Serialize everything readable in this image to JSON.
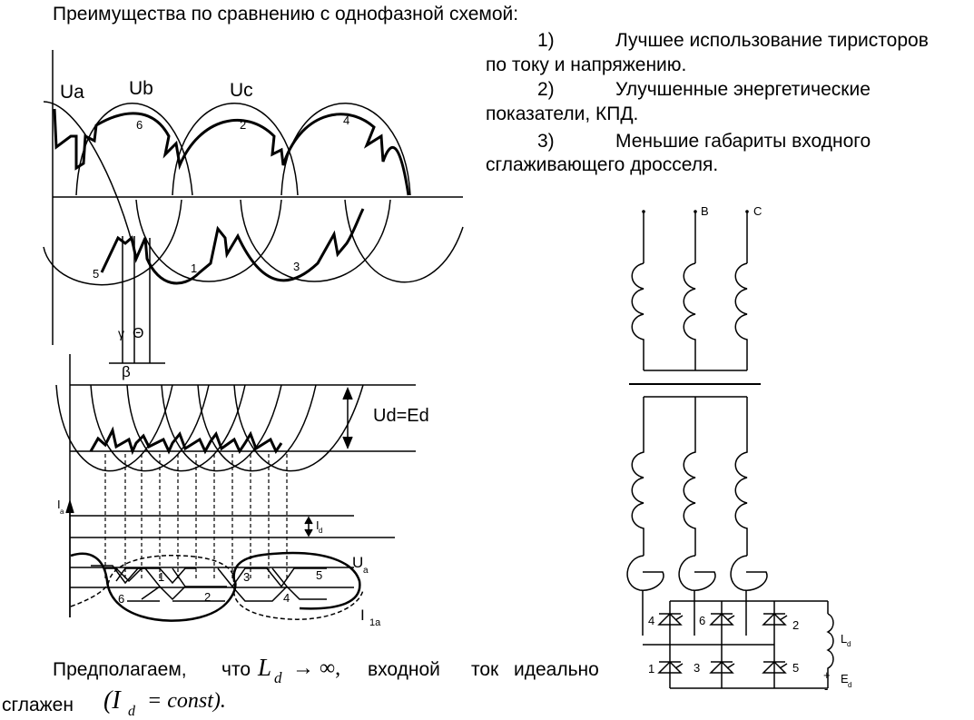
{
  "heading": "Преимущества по сравнению с однофазной схемой:",
  "advantages": [
    {
      "num": "1)",
      "line1": "Лучшее использование тиристоров",
      "line2": "по току и напряжению."
    },
    {
      "num": "2)",
      "line1": "Улучшенные энергетические",
      "line2": "показатели, КПД."
    },
    {
      "num": "3)",
      "line1": "Меньшие габариты входного",
      "line2": "сглаживающего дросселя."
    }
  ],
  "waveform": {
    "phase_labels": [
      "Ua",
      "Ub",
      "Uc"
    ],
    "numbers": [
      "6",
      "2",
      "4",
      "5",
      "1",
      "3"
    ],
    "angle_labels": [
      "γ",
      "Θ",
      "β"
    ]
  },
  "rectified": {
    "label": "Ud=Ed"
  },
  "current": {
    "ia_label": "I",
    "ia_sub": "a",
    "id_label": "I",
    "id_sub": "d",
    "ua_label": "U",
    "ua_sub": "a",
    "i1a_label": "I",
    "i1a_sub": "1a",
    "numbers": [
      "1",
      "3",
      "5",
      "6",
      "2",
      "4"
    ]
  },
  "circuit": {
    "phase_labels": [
      "B",
      "C"
    ],
    "thyristor_labels": [
      "4",
      "6",
      "2",
      "1",
      "3",
      "5"
    ],
    "ld_label": "L",
    "ld_sub": "d",
    "ed_label": "E",
    "ed_sub": "d",
    "plus": "+",
    "minus": "-"
  },
  "footer": {
    "line1_a": "Предполагаем,",
    "line1_b": "что",
    "formula1_sym": "L",
    "formula1_sub": "d",
    "formula1_rest": "→ ∞,",
    "line1_c": "входной",
    "line1_d": "ток",
    "line1_e": "идеально",
    "line2_a": "сглажен",
    "formula2": "(I",
    "formula2_sub": "d",
    "formula2_rest": "= const)."
  }
}
